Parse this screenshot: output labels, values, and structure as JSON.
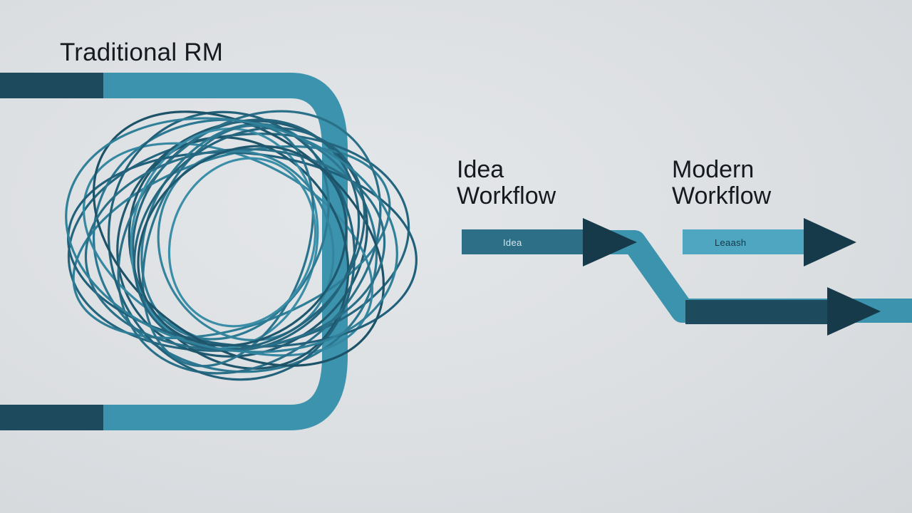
{
  "traditional": {
    "title": "Traditional RM"
  },
  "idea": {
    "line1": "Idea",
    "line2": "Workflow",
    "chip": "Idea"
  },
  "modern": {
    "line1": "Modern",
    "line2": "Workflow",
    "chip": "Leaash"
  },
  "colors": {
    "background": "#dde0e3",
    "dark_teal": "#1d4a5c",
    "light_teal": "#3c93ad",
    "text": "#141a1f"
  },
  "icons": [
    "tangled-loops",
    "right-arrow"
  ]
}
